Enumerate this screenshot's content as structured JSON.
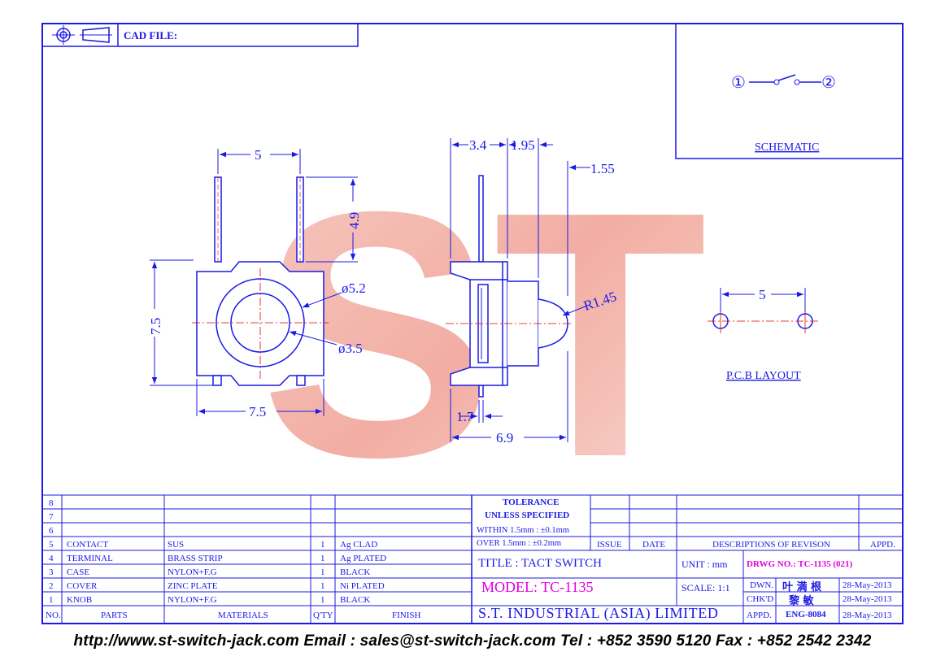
{
  "header": {
    "cad_label": "CAD FILE:"
  },
  "watermark": {
    "text": "ST"
  },
  "schematic": {
    "pin1": "①",
    "pin2": "②",
    "label": "SCHEMATIC"
  },
  "pcb": {
    "dim": "5",
    "label": "P.C.B LAYOUT"
  },
  "dims": {
    "front_top": "5",
    "front_pin": "4.9",
    "front_height": "7.5",
    "front_width": "7.5",
    "outer_dia": "ø5.2",
    "inner_dia": "ø3.5",
    "side_a": "3.4",
    "side_b": "1.95",
    "side_c": "1.55",
    "radius": "R1.45",
    "side_pin": "1.7",
    "side_len": "6.9"
  },
  "parts_table": {
    "empty_rows": [
      "8",
      "7",
      "6"
    ],
    "rows": [
      {
        "no": "5",
        "part": "CONTACT",
        "material": "SUS",
        "qty": "1",
        "finish": "Ag CLAD"
      },
      {
        "no": "4",
        "part": "TERMINAL",
        "material": "BRASS STRIP",
        "qty": "1",
        "finish": "Ag PLATED"
      },
      {
        "no": "3",
        "part": "CASE",
        "material": "NYLON+F.G",
        "qty": "1",
        "finish": "BLACK"
      },
      {
        "no": "2",
        "part": "COVER",
        "material": "ZINC PLATE",
        "qty": "1",
        "finish": "Ni PLATED"
      },
      {
        "no": "1",
        "part": "KNOB",
        "material": "NYLON+F.G",
        "qty": "1",
        "finish": "BLACK"
      }
    ],
    "headers": {
      "no": "NO.",
      "parts": "PARTS",
      "materials": "MATERIALS",
      "qty": "Q'TY",
      "finish": "FINISH"
    }
  },
  "tolerance": {
    "title": "TOLERANCE",
    "subtitle": "UNLESS   SPECIFIED",
    "within": "WITHIN  1.5mm : ±0.1mm",
    "over": "OVER   1.5mm : ±0.2mm"
  },
  "revision": {
    "issue": "ISSUE",
    "date": "DATE",
    "desc": "DESCRIPTIONS  OF  REVISON",
    "appd": "APPD."
  },
  "title_block": {
    "title": "TITLE : TACT SWITCH",
    "unit": "UNIT :  mm",
    "drwg_no": "DRWG NO.: TC-1135 (021)",
    "model": "MODEL: TC-1135",
    "scale": "SCALE:  1:1",
    "company": "S.T.  INDUSTRIAL  (ASIA)  LIMITED",
    "dwn_label": "DWN.",
    "dwn_name": "叶 満 根",
    "dwn_date": "28-May-2013",
    "chk_label": "CHK'D",
    "chk_name": "黎 敏",
    "chk_date": "28-May-2013",
    "appd_label": "APPD.",
    "appd_name": "ENG-8084",
    "appd_date": "28-May-2013"
  },
  "footer": {
    "text": "http://www.st-switch-jack.com  Email : sales@st-switch-jack.com  Tel : +852 3590 5120  Fax : +852 2542 2342"
  },
  "colors": {
    "line": "#1a1ae6",
    "center": "#e00000",
    "watermark": "#f2a89e",
    "magenta": "#e000e0"
  }
}
